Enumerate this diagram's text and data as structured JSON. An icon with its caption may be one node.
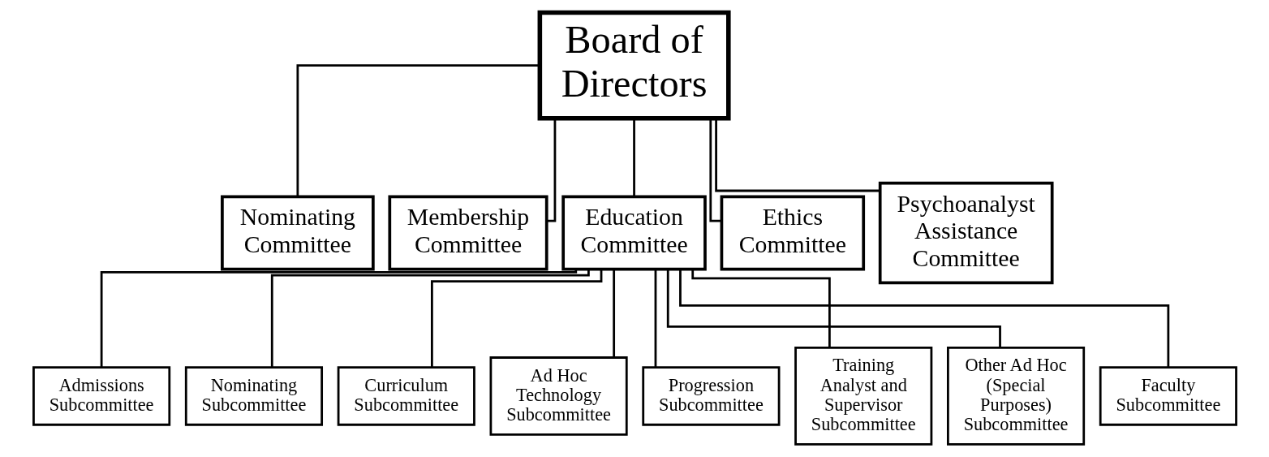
{
  "diagram": {
    "nodes": [
      {
        "text": [
          "Board of Directors"
        ]
      },
      {
        "text": [
          "Nominating Committee"
        ]
      },
      {
        "text": [
          "Membership Committee"
        ]
      },
      {
        "text": [
          "Education Committee"
        ]
      },
      {
        "text": [
          "Ethics Committee"
        ]
      },
      {
        "text": [
          "Psychoanalyst Assistance Committee"
        ]
      },
      {
        "text": [
          "Admissions Subcommittee"
        ]
      },
      {
        "text": [
          "Nominating Subcommittee"
        ]
      },
      {
        "text": [
          "Curriculum Subcommittee"
        ]
      },
      {
        "text": [
          "Ad Hoc Technology Subcommittee"
        ]
      },
      {
        "text": [
          "Progression Subcommittee"
        ]
      },
      {
        "text": [
          "Training Analyst and Supervisor Subcommittee"
        ]
      },
      {
        "text": [
          "Other Ad Hoc (Special Purposes) Subcommittee"
        ]
      },
      {
        "text": [
          "Faculty Subcommittee"
        ]
      }
    ],
    "edges": [
      {
        "from": 0,
        "to": 1,
        "arrow": "none"
      },
      {
        "from": 0,
        "to": 2,
        "arrow": "none"
      },
      {
        "from": 0,
        "to": 3,
        "arrow": "none"
      },
      {
        "from": 0,
        "to": 4,
        "arrow": "none"
      },
      {
        "from": 0,
        "to": 5,
        "arrow": "none"
      },
      {
        "from": 3,
        "to": 6,
        "arrow": "none"
      },
      {
        "from": 3,
        "to": 7,
        "arrow": "none"
      },
      {
        "from": 3,
        "to": 8,
        "arrow": "none"
      },
      {
        "from": 3,
        "to": 9,
        "arrow": "none"
      },
      {
        "from": 3,
        "to": 10,
        "arrow": "none"
      },
      {
        "from": 3,
        "to": 11,
        "arrow": "none"
      },
      {
        "from": 3,
        "to": 12,
        "arrow": "none"
      },
      {
        "from": 3,
        "to": 13,
        "arrow": "none"
      }
    ]
  }
}
